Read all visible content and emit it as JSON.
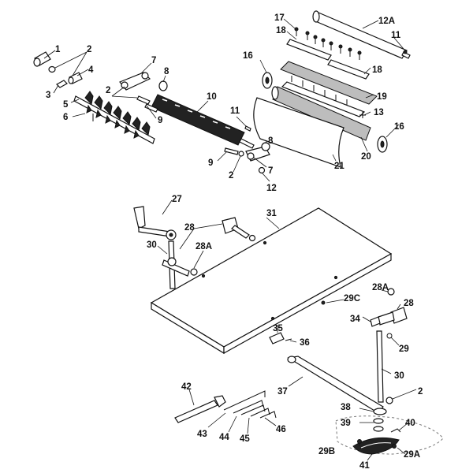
{
  "callouts": [
    {
      "id": "c1",
      "text": "1"
    },
    {
      "id": "c2a",
      "text": "2"
    },
    {
      "id": "c3",
      "text": "3"
    },
    {
      "id": "c4",
      "text": "4"
    },
    {
      "id": "c5",
      "text": "5"
    },
    {
      "id": "c6",
      "text": "6"
    },
    {
      "id": "c7a",
      "text": "7"
    },
    {
      "id": "c2b",
      "text": "2"
    },
    {
      "id": "c8a",
      "text": "8"
    },
    {
      "id": "c9a",
      "text": "9"
    },
    {
      "id": "c10",
      "text": "10"
    },
    {
      "id": "c11a",
      "text": "11"
    },
    {
      "id": "c8b",
      "text": "8"
    },
    {
      "id": "c9b",
      "text": "9"
    },
    {
      "id": "c2c",
      "text": "2"
    },
    {
      "id": "c7b",
      "text": "7"
    },
    {
      "id": "c12",
      "text": "12"
    },
    {
      "id": "c17",
      "text": "17"
    },
    {
      "id": "c12A",
      "text": "12A"
    },
    {
      "id": "c11b",
      "text": "11"
    },
    {
      "id": "c18a",
      "text": "18"
    },
    {
      "id": "c16a",
      "text": "16"
    },
    {
      "id": "c18b",
      "text": "18"
    },
    {
      "id": "c19",
      "text": "19"
    },
    {
      "id": "c13",
      "text": "13"
    },
    {
      "id": "c16b",
      "text": "16"
    },
    {
      "id": "c21",
      "text": "21"
    },
    {
      "id": "c20",
      "text": "20"
    },
    {
      "id": "c27",
      "text": "27"
    },
    {
      "id": "c31",
      "text": "31"
    },
    {
      "id": "c28a",
      "text": "28"
    },
    {
      "id": "c28A1",
      "text": "28A"
    },
    {
      "id": "c30a",
      "text": "30"
    },
    {
      "id": "c28A2",
      "text": "28A"
    },
    {
      "id": "c28b",
      "text": "28"
    },
    {
      "id": "c29C",
      "text": "29C"
    },
    {
      "id": "c34",
      "text": "34"
    },
    {
      "id": "c29",
      "text": "29"
    },
    {
      "id": "c35",
      "text": "35"
    },
    {
      "id": "c36",
      "text": "36"
    },
    {
      "id": "c30b",
      "text": "30"
    },
    {
      "id": "c37",
      "text": "37"
    },
    {
      "id": "c2d",
      "text": "2"
    },
    {
      "id": "c42",
      "text": "42"
    },
    {
      "id": "c38",
      "text": "38"
    },
    {
      "id": "c39",
      "text": "39"
    },
    {
      "id": "c40",
      "text": "40"
    },
    {
      "id": "c43",
      "text": "43"
    },
    {
      "id": "c44",
      "text": "44"
    },
    {
      "id": "c45",
      "text": "45"
    },
    {
      "id": "c46",
      "text": "46"
    },
    {
      "id": "c29B",
      "text": "29B"
    },
    {
      "id": "c41",
      "text": "41"
    },
    {
      "id": "c29A",
      "text": "29A"
    }
  ]
}
